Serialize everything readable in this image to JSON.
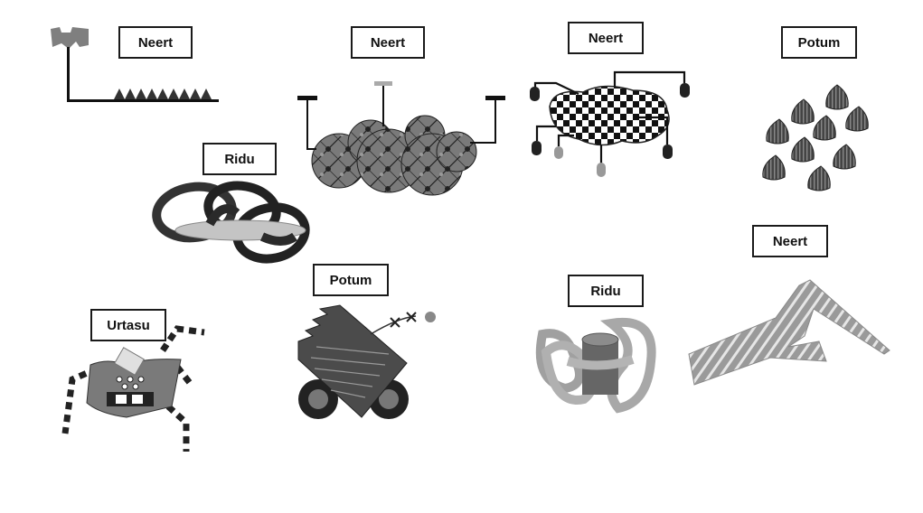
{
  "labels": {
    "neert_1": "Neert",
    "neert_2": "Neert",
    "neert_3": "Neert",
    "potum_1": "Potum",
    "ridu_1": "Ridu",
    "potum_2": "Potum",
    "ridu_2": "Ridu",
    "neert_4": "Neert",
    "urtasu_1": "Urtasu"
  },
  "colors": {
    "dark": "#2b2b2b",
    "mid": "#6f6f6f",
    "light": "#a9a9a9",
    "pale": "#cfcfcf",
    "white": "#ffffff"
  }
}
